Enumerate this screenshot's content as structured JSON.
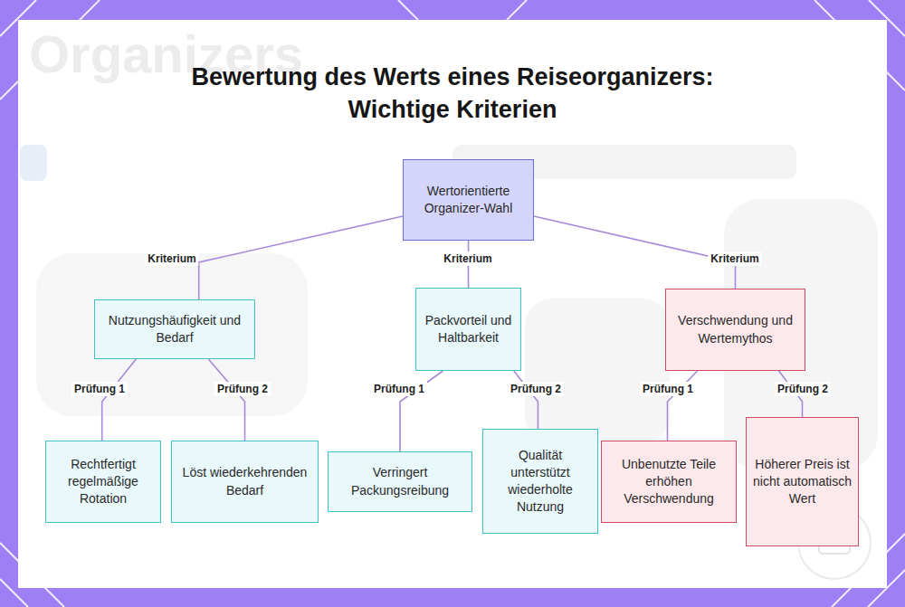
{
  "diagram": {
    "title": "Bewertung des Werts eines Reiseorganizers: Wichtige Kriterien",
    "nodes": [
      {
        "text": [
          "Wertorientierte Organizer-Wahl"
        ]
      },
      {
        "text": [
          "Nutzungshäufigkeit und Bedarf"
        ]
      },
      {
        "text": [
          "Packvorteil und Haltbarkeit"
        ]
      },
      {
        "text": [
          "Verschwendung und Wertemythos"
        ]
      },
      {
        "text": [
          "Rechtfertigt regelmäßige Rotation"
        ]
      },
      {
        "text": [
          "Löst wiederkehrenden Bedarf"
        ]
      },
      {
        "text": [
          "Verringert Packungsreibung"
        ]
      },
      {
        "text": [
          "Qualität unterstützt wiederholte Nutzung"
        ]
      },
      {
        "text": [
          "Unbenutzte Teile erhöhen Verschwendung"
        ]
      },
      {
        "text": [
          "Höherer Preis ist nicht automatisch Wert"
        ]
      }
    ],
    "edges": [
      {
        "from": 0,
        "to": 1,
        "label": "Kriterium",
        "arrow": "none"
      },
      {
        "from": 0,
        "to": 2,
        "label": "Kriterium",
        "arrow": "none"
      },
      {
        "from": 0,
        "to": 3,
        "label": "Kriterium",
        "arrow": "none"
      },
      {
        "from": 1,
        "to": 4,
        "label": "Prüfung 1",
        "arrow": "none"
      },
      {
        "from": 1,
        "to": 5,
        "label": "Prüfung 2",
        "arrow": "none"
      },
      {
        "from": 2,
        "to": 6,
        "label": "Prüfung 1",
        "arrow": "none"
      },
      {
        "from": 2,
        "to": 7,
        "label": "Prüfung 2",
        "arrow": "none"
      },
      {
        "from": 3,
        "to": 8,
        "label": "Prüfung 1",
        "arrow": "none"
      },
      {
        "from": 3,
        "to": 9,
        "label": "Prüfung 2",
        "arrow": "none"
      }
    ],
    "labels": [
      "Organizers"
    ]
  }
}
